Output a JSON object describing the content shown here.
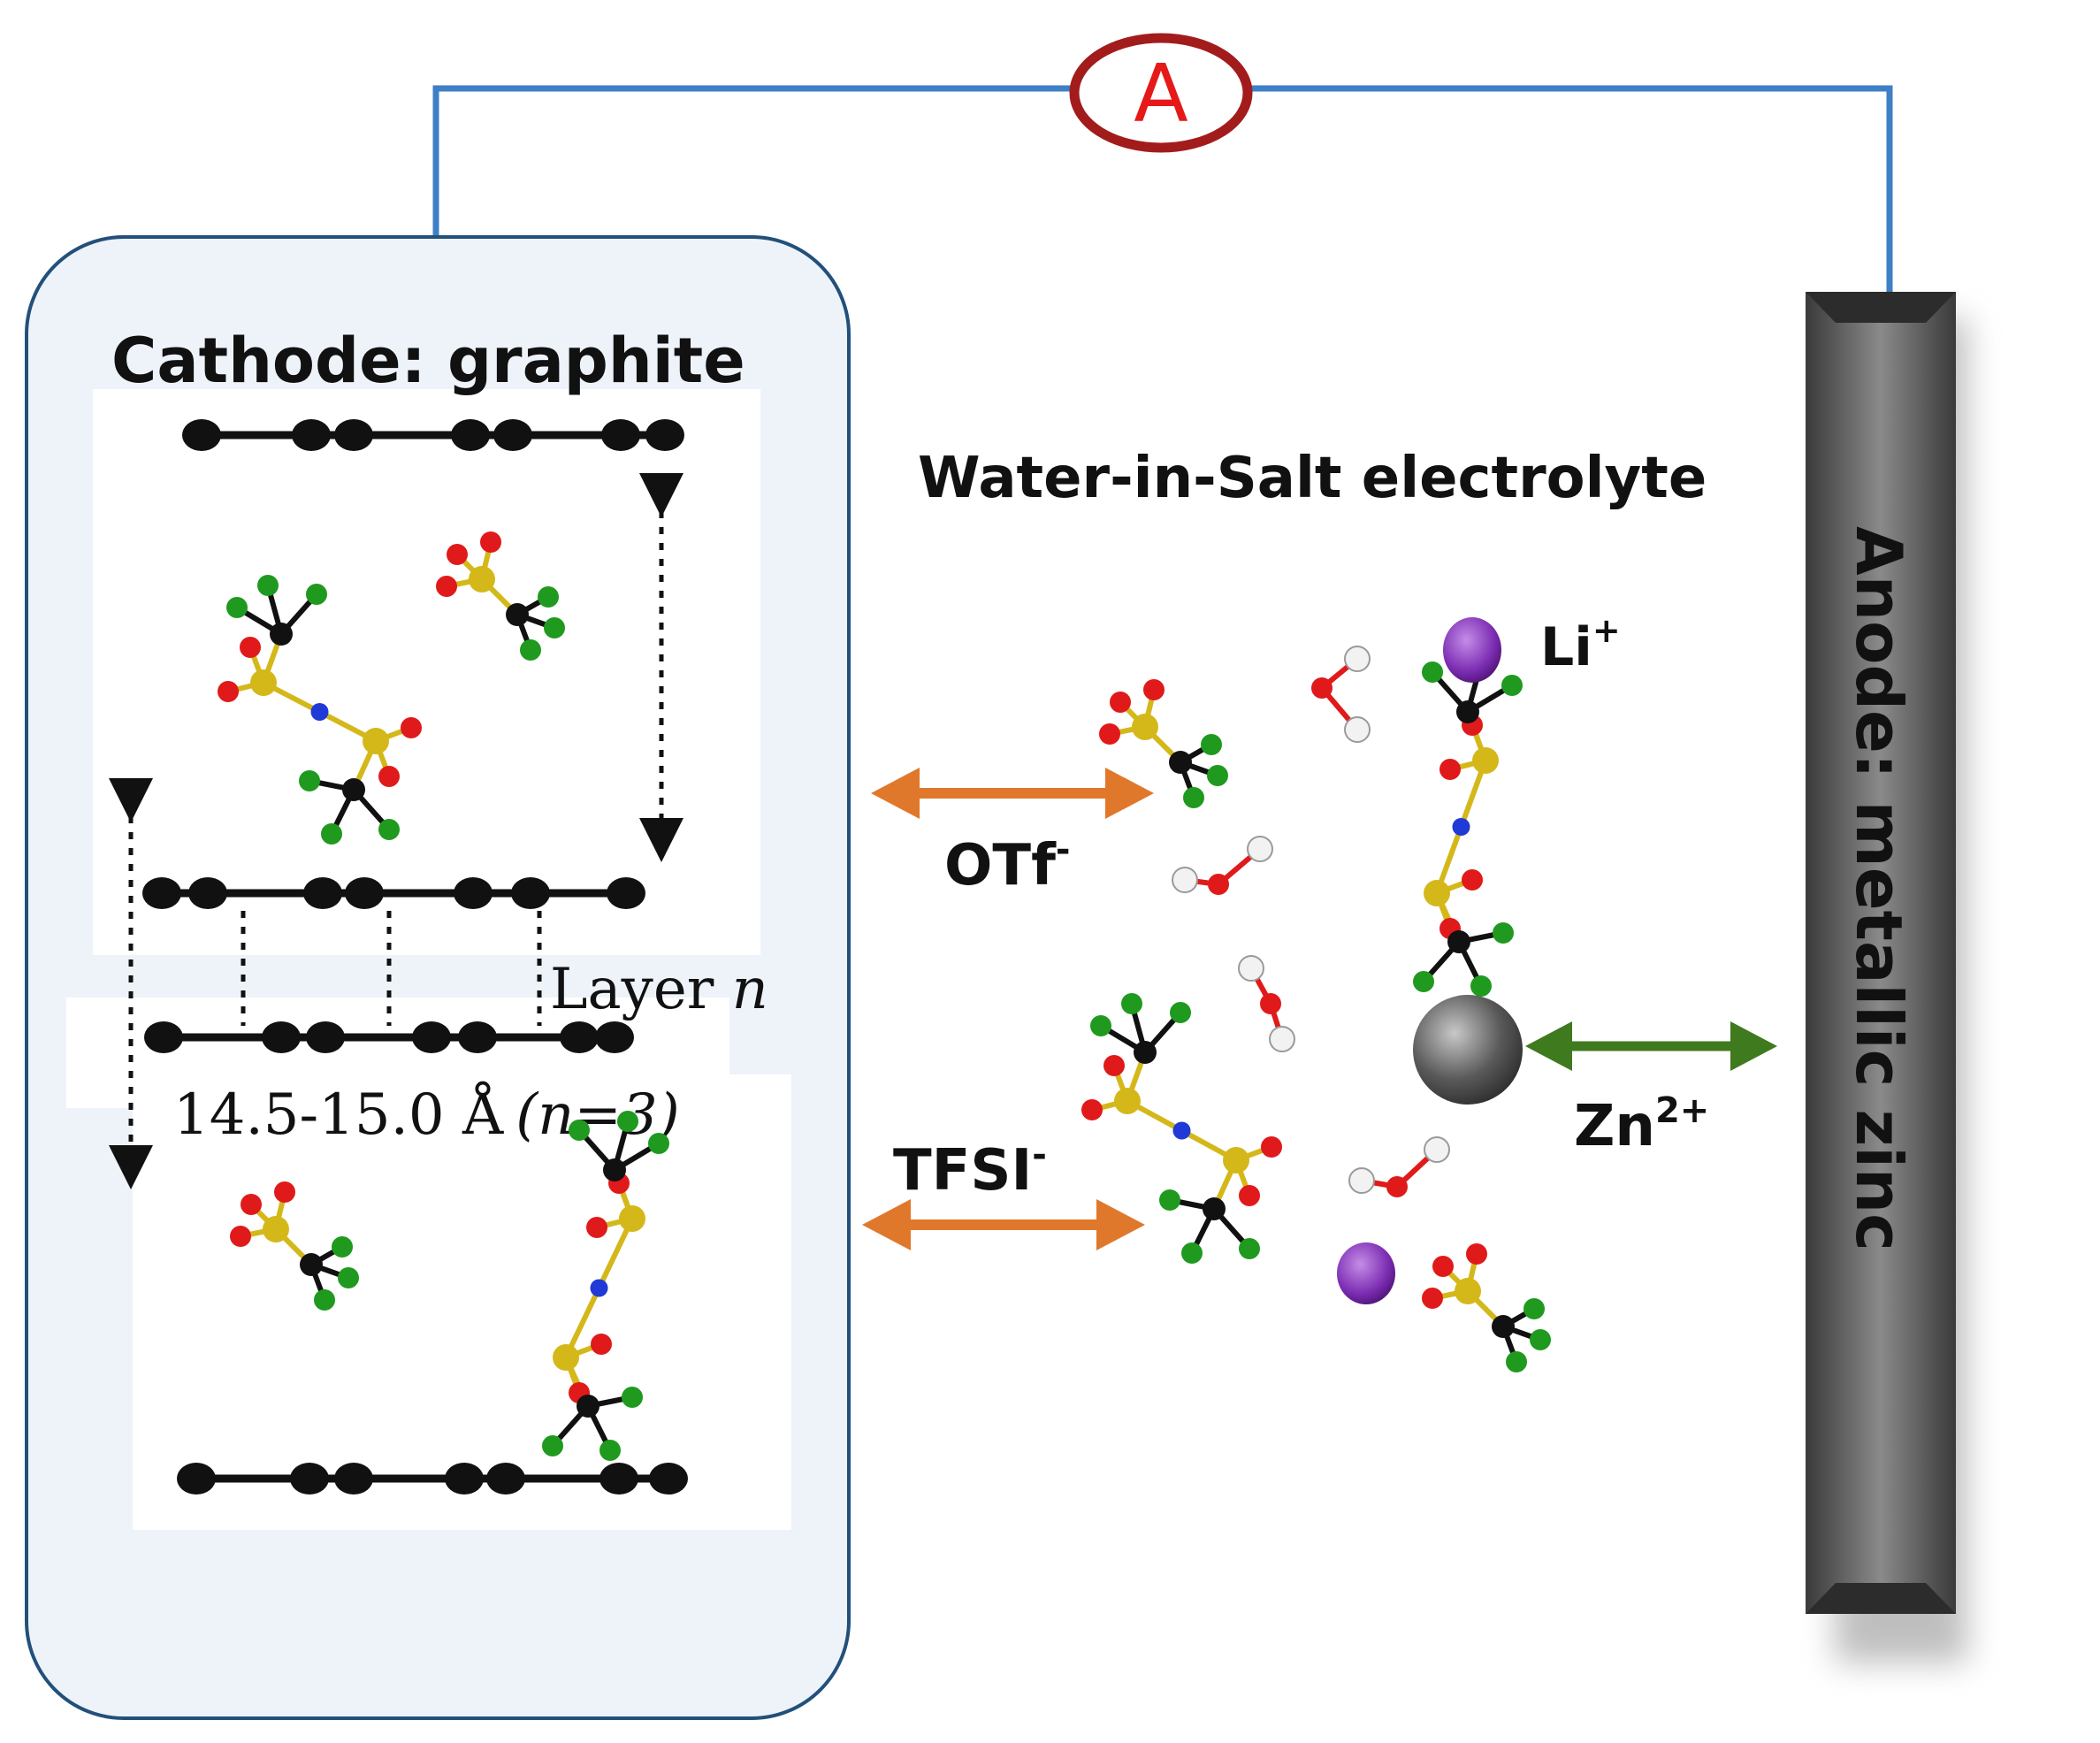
{
  "colors": {
    "wire": "#3e7fc6",
    "ammeter_ring": "#a21c1c",
    "ammeter_letter": "#e61919",
    "cathode_border": "#22507a",
    "cathode_fill": "#eef3fa",
    "anode": "#5c5c5c",
    "anion_arrow": "#e0782c",
    "zinc_arrow": "#3f7a1f",
    "carbon": "#111111",
    "sulfur": "#d4b81a",
    "oxygen": "#e01a1a",
    "fluorine": "#1f9a1f",
    "nitrogen": "#1f3ad6",
    "hydrogen": "#f2f2f2",
    "lithium": "#7a2bb0",
    "zinc_ion": "#555555"
  },
  "ammeter": {
    "label": "A"
  },
  "cathode": {
    "title": "Cathode: graphite",
    "layer_label_prefix": "Layer ",
    "layer_label_var": "n",
    "spacing_value": "14.5-15.0 Å",
    "spacing_note": "(n=3)"
  },
  "electrolyte": {
    "title": "Water-in-Salt electrolyte"
  },
  "anode": {
    "label": "Anode: metallic zinc"
  },
  "ions": {
    "otf": {
      "base": "OTf",
      "sup": "-"
    },
    "tfsi": {
      "base": "TFSI",
      "sup": "-"
    },
    "zn": {
      "base": "Zn",
      "sup": "2+"
    },
    "li": {
      "base": "Li",
      "sup": "+"
    }
  },
  "icons": [
    "graphite-layer-icon",
    "tfsi-molecule-icon",
    "otf-molecule-icon",
    "water-molecule-icon",
    "lithium-ion-icon",
    "zinc-ion-icon",
    "double-arrow-icon",
    "ammeter-icon"
  ]
}
